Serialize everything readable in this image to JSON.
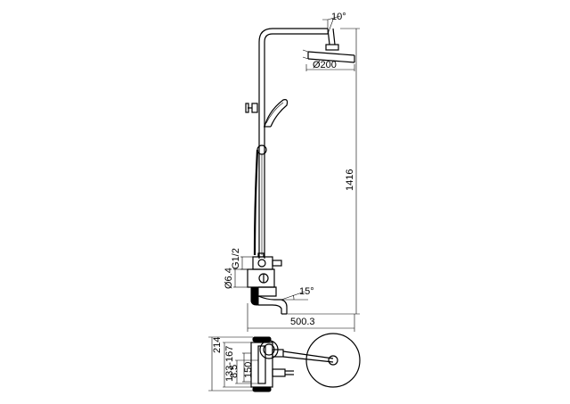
{
  "dimensions": {
    "height_total": "1416",
    "head_diameter": "Ø200",
    "head_tilt": "10°",
    "spout_angle": "15°",
    "width_total": "500.3",
    "thread": "G1/2",
    "pipe_diameter": "Ø6.4",
    "plan_214": "214",
    "plan_133_167": "133-167",
    "plan_8_5": "8.5",
    "plan_150": "150"
  },
  "colors": {
    "line": "#000000",
    "background": "#ffffff"
  }
}
